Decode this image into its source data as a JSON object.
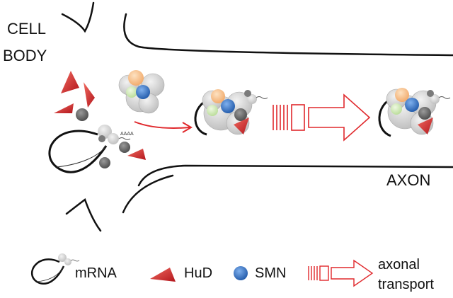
{
  "labels": {
    "cell_body_line1": "CELL",
    "cell_body_line2": "BODY",
    "axon": "AXON"
  },
  "legend": {
    "mrna": "mRNA",
    "hud": "HuD",
    "smn": "SMN",
    "transport_line1": "axonal",
    "transport_line2": "transport"
  },
  "poly_a_text": "AAAA",
  "colors": {
    "hud_red": "#d6262b",
    "smn_blue": "#2f6fc4",
    "transport_arrow": "#e0282c",
    "complex_gray": "#c9c9c9",
    "orange_subunit": "#f6c28e",
    "green_subunit": "#cfe8b4"
  }
}
